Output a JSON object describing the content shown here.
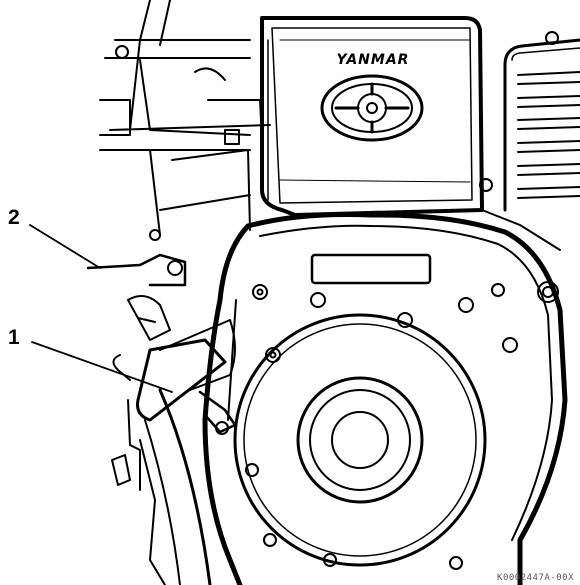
{
  "callouts": {
    "one": "1",
    "two": "2"
  },
  "brand": "YANMAR",
  "figure_code": "K0002447A-00X"
}
